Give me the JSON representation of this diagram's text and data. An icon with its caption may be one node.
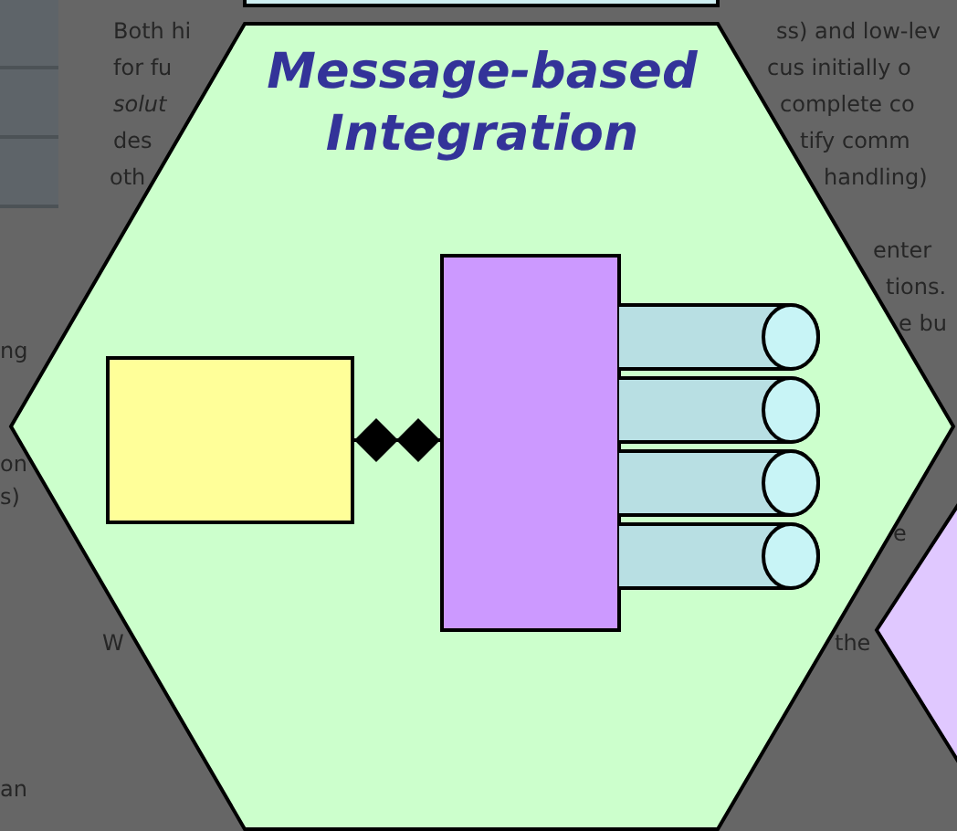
{
  "diagram": {
    "nodes": [
      {
        "text": [],
        "shape": "box"
      },
      {
        "text": [
          "Message-based Integration"
        ]
      },
      {
        "text": [],
        "shape": "box",
        "in": 1
      },
      {
        "text": [],
        "shape": "box",
        "in": 1
      },
      {
        "text": [],
        "shape": "cylinder",
        "in": 1
      },
      {
        "text": [],
        "shape": "cylinder",
        "in": 1
      },
      {
        "text": [],
        "shape": "cylinder",
        "in": 1
      },
      {
        "text": [],
        "shape": "cylinder",
        "in": 1
      },
      {
        "text": [],
        "shape": "hexagon"
      }
    ],
    "edges": [
      {
        "from": 2,
        "to": 3,
        "arrow": "other"
      }
    ],
    "labels": [
      "Both hi",
      "ss) and low-lev",
      "for fu",
      "cus initially o",
      "solut",
      "complete co",
      "des",
      "tify comm",
      "oth",
      "handling)",
      "enter",
      "tions.",
      "ng",
      "e bu",
      "on",
      "s)",
      "e",
      "W",
      "the",
      "an"
    ]
  }
}
